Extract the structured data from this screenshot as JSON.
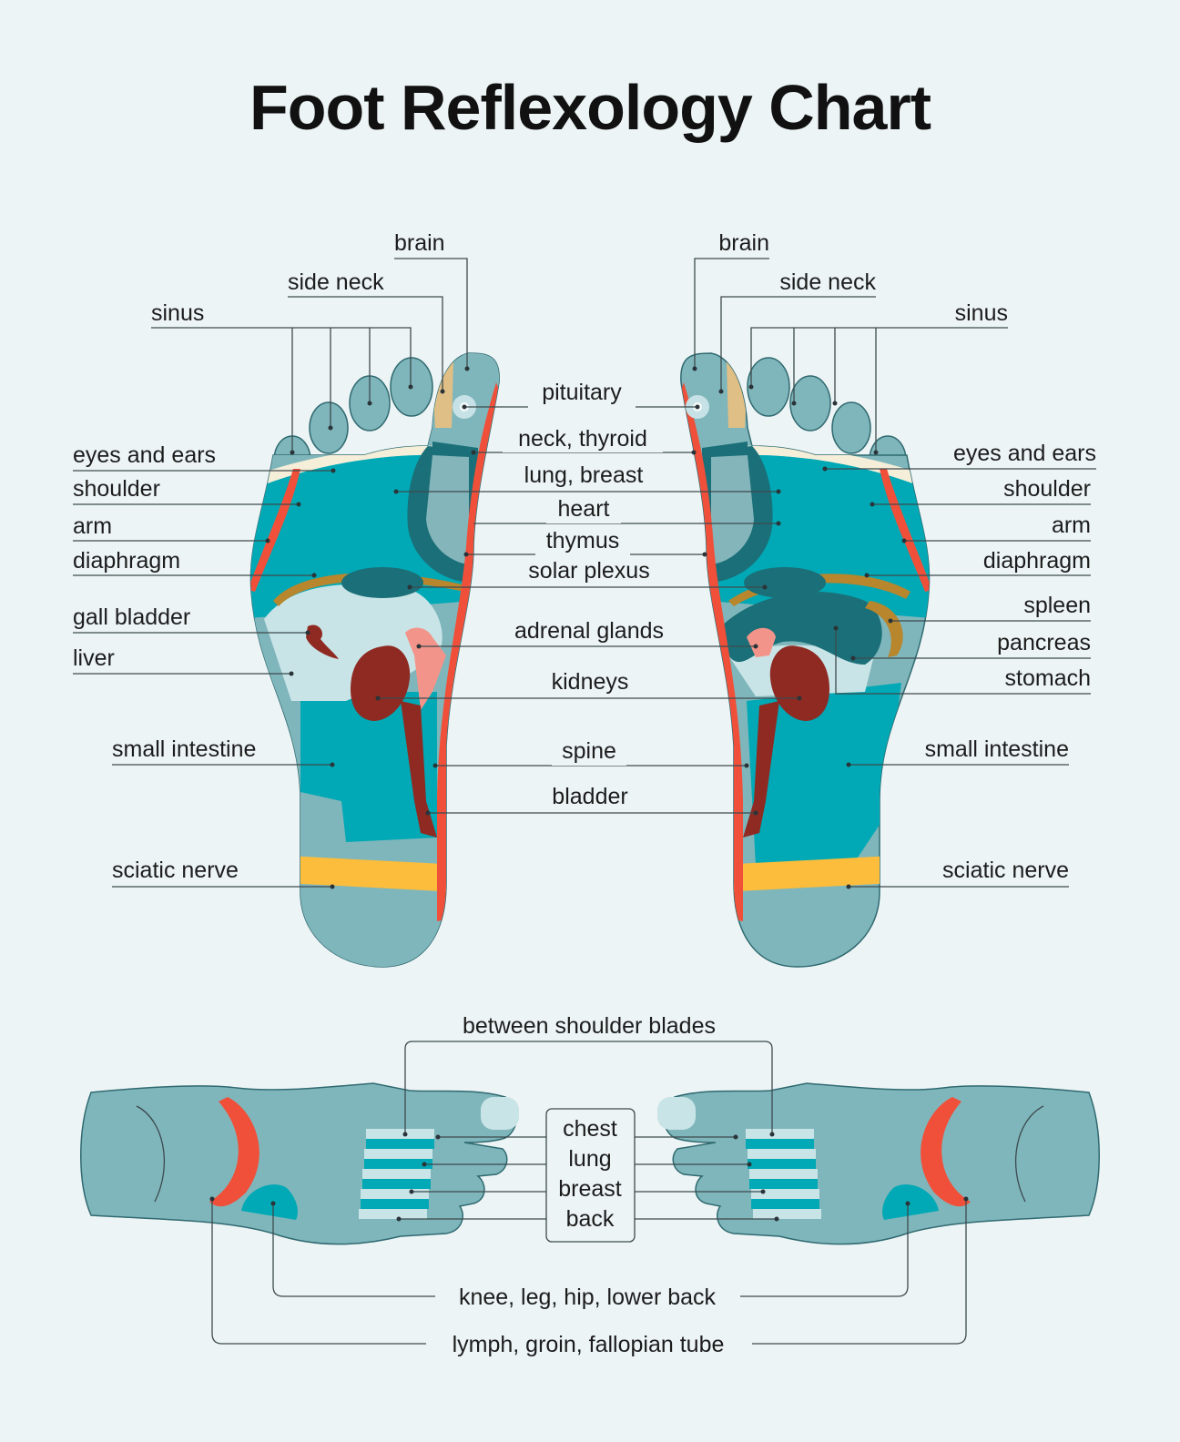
{
  "title": "Foot Reflexology Chart",
  "left_foot_labels": {
    "brain": "brain",
    "side_neck": "side neck",
    "sinus": "sinus",
    "eyes_ears": "eyes and ears",
    "shoulder": "shoulder",
    "arm": "arm",
    "diaphragm": "diaphragm",
    "gall_bladder": "gall bladder",
    "liver": "liver",
    "small_intestine": "small intestine",
    "sciatic_nerve": "sciatic nerve"
  },
  "center_labels": {
    "pituitary": "pituitary",
    "neck_thyroid": "neck, thyroid",
    "lung_breast": "lung, breast",
    "heart": "heart",
    "thymus": "thymus",
    "solar_plexus": "solar plexus",
    "adrenal_glands": "adrenal glands",
    "kidneys": "kidneys",
    "spine": "spine",
    "bladder": "bladder"
  },
  "right_foot_labels": {
    "brain": "brain",
    "side_neck": "side neck",
    "sinus": "sinus",
    "eyes_ears": "eyes and ears",
    "shoulder": "shoulder",
    "arm": "arm",
    "diaphragm": "diaphragm",
    "spleen": "spleen",
    "pancreas": "pancreas",
    "stomach": "stomach",
    "small_intestine": "small intestine",
    "sciatic_nerve": "sciatic nerve"
  },
  "top_view_labels": {
    "between_shoulder_blades": "between shoulder blades",
    "chest": "chest",
    "lung": "lung",
    "breast": "breast",
    "back": "back",
    "knee_leg_hip_lower_back": "knee, leg, hip, lower back",
    "lymph_groin_fallopian_tube": "lymph, groin, fallopian tube"
  }
}
